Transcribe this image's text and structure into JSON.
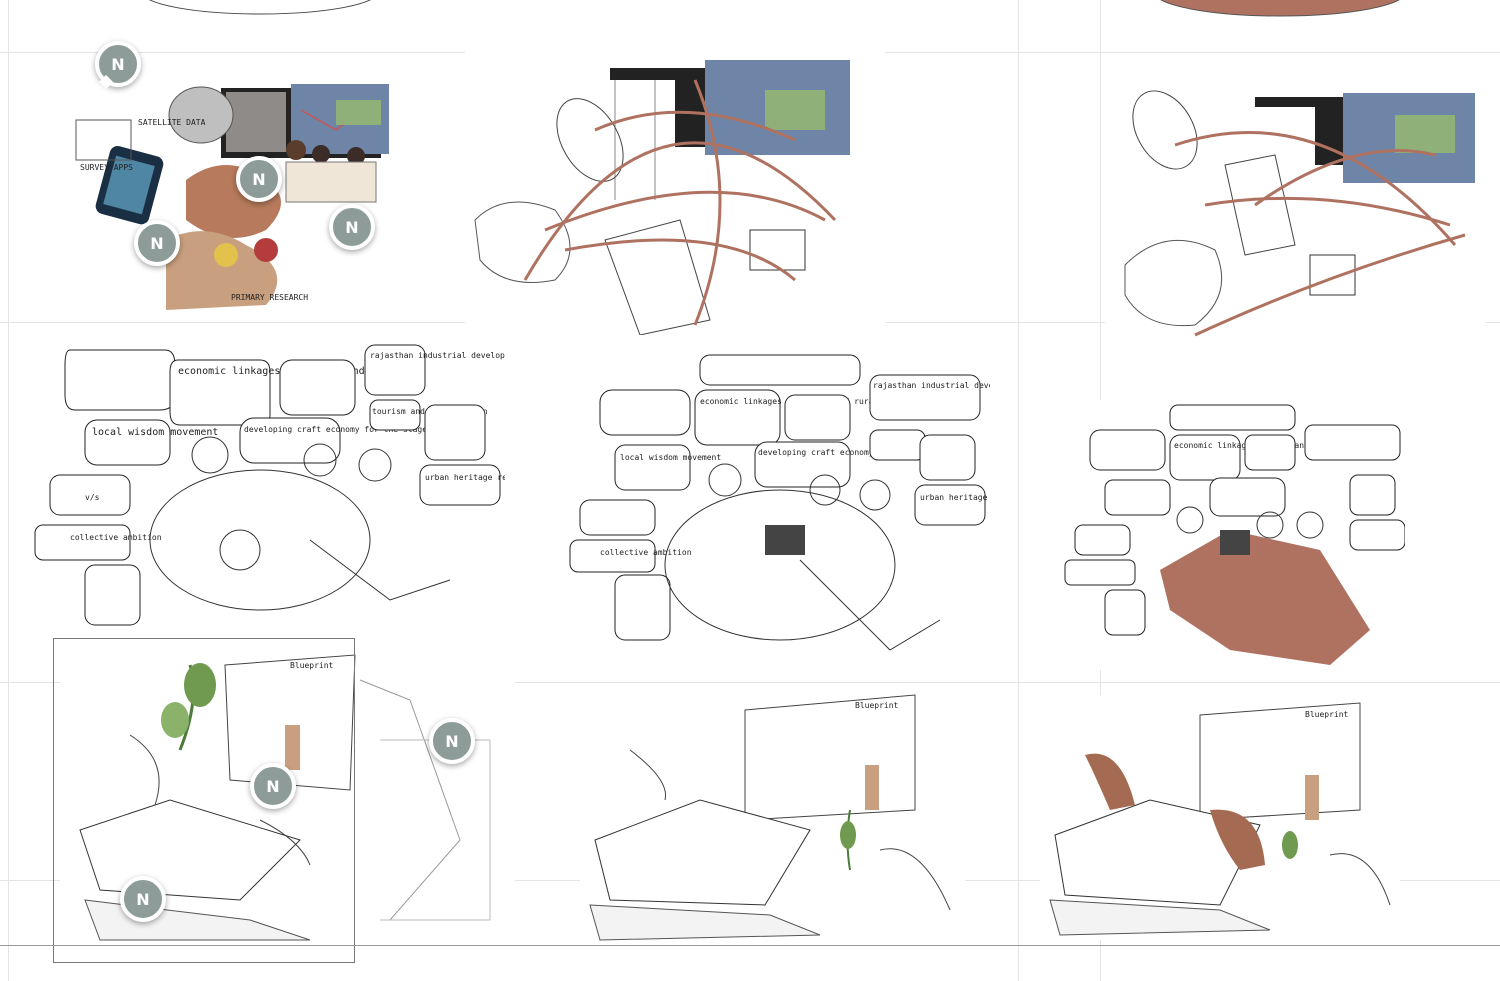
{
  "canvas": {
    "background": "#ffffff",
    "accent_color": "#b07260",
    "pin_color": "#8d9c98"
  },
  "pins": [
    {
      "label": "N"
    },
    {
      "label": "N"
    },
    {
      "label": "N"
    },
    {
      "label": "N"
    },
    {
      "label": "N"
    },
    {
      "label": "N"
    },
    {
      "label": "N"
    }
  ],
  "row1": {
    "sketch_labels": {
      "satellite": "SATELLITE DATA",
      "survey": "SURVEY APPS",
      "grassroots": "PRIMARY RESEARCH"
    }
  },
  "row2": {
    "bubbles": {
      "economic": "economic linkages btw urban and rural",
      "rajasthan": "rajasthan industrial development project",
      "local": "local wisdom movement",
      "craft": "developing craft economy for the stage",
      "tourism": "tourism and conservation",
      "heritage": "urban heritage restoration",
      "collective": "collective ambition",
      "vs": "v/s"
    }
  },
  "row3": {
    "blueprint_label": "Blueprint"
  }
}
